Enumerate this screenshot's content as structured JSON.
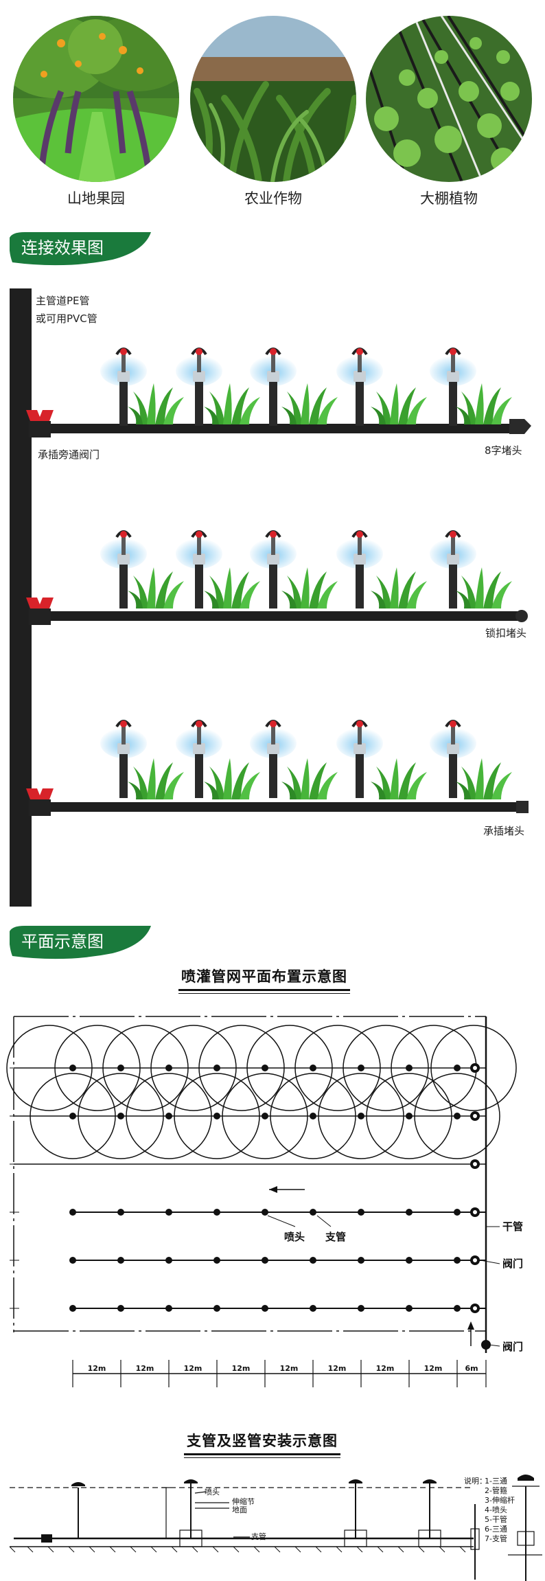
{
  "photos": [
    {
      "caption": "山地果园",
      "icon": "orchard-photo"
    },
    {
      "caption": "农业作物",
      "icon": "corn-field-photo"
    },
    {
      "caption": "大棚植物",
      "icon": "greenhouse-photo"
    }
  ],
  "section1": {
    "heading": "连接效果图"
  },
  "connection": {
    "main_pipe_note_line1": "主管道PE管",
    "main_pipe_note_line2": "或可用PVC管",
    "valve_label": "承插旁通阀门",
    "rows": [
      {
        "end_label": "8字堵头"
      },
      {
        "end_label": "锁扣堵头"
      },
      {
        "end_label": "承插堵头"
      }
    ]
  },
  "section2": {
    "heading": "平面示意图"
  },
  "plan": {
    "title": "喷灌管网平面布置示意图",
    "label_nozzle": "喷头",
    "label_branch": "支管",
    "label_trunk": "干管",
    "label_valve1": "阀门",
    "label_valve2": "阀门",
    "spacing": [
      "12m",
      "12m",
      "12m",
      "12m",
      "12m",
      "12m",
      "12m",
      "12m",
      "6m"
    ]
  },
  "install": {
    "title": "支管及竖管安装示意图",
    "label_nozzle": "喷头",
    "label_telescopic": "伸缩节",
    "label_ground": "地面",
    "label_branch": "支管",
    "legend_head": "说明：",
    "legend": [
      "1-三通",
      "2-管箍",
      "3-伸缩杆",
      "4-喷头",
      "5-干管",
      "6-三通",
      "7-支管"
    ]
  },
  "colors": {
    "green": "#1a7a3c",
    "valve_red": "#d8232a",
    "pipe": "#1f1f1f",
    "grass": "#3aa02e"
  }
}
